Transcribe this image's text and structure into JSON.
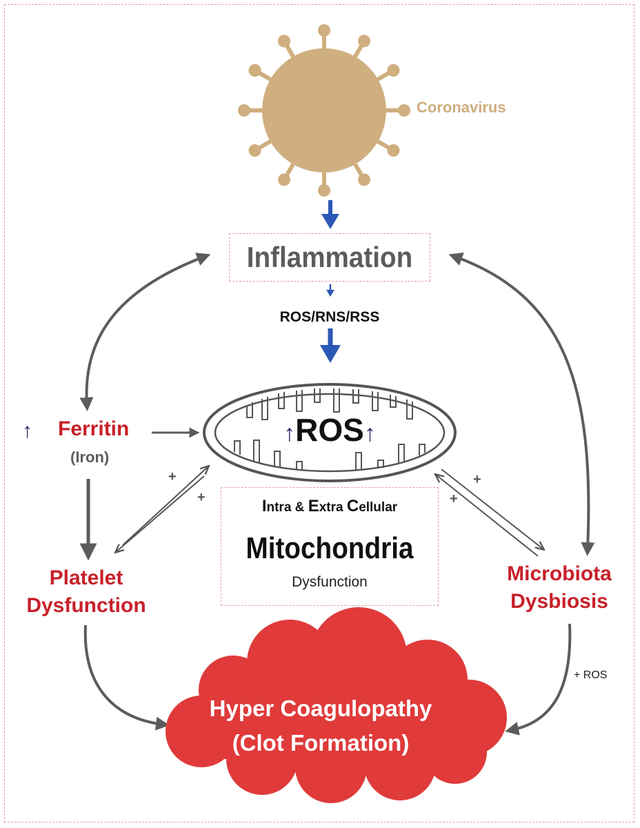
{
  "virus": {
    "label": "Coronavirus",
    "color": "#cfae7f"
  },
  "inflammation": {
    "label": "Inflammation"
  },
  "ros_rns": {
    "label": "ROS/RNS/RSS"
  },
  "mitochondrion": {
    "ros_label": "ROS",
    "up_arrow": "↑"
  },
  "ferritin": {
    "up_arrow": "↑",
    "label": "Ferritin",
    "sub": "(Iron)"
  },
  "mito_box": {
    "intra_I": "I",
    "intra_rest": "ntra & ",
    "extra_E": "E",
    "extra_rest": "xtra ",
    "cell_C": "C",
    "cell_rest": "ellular",
    "title": "Mitochondria",
    "sub": "Dysfunction"
  },
  "platelet": {
    "line1": "Platelet",
    "line2": "Dysfunction"
  },
  "microbiota": {
    "line1": "Microbiota",
    "line2": "Dysbiosis"
  },
  "plus_ros": "+ ROS",
  "plus": "+",
  "hyper": {
    "line1": "Hyper Coagulopathy",
    "line2": "(Clot Formation)",
    "color": "#e03a3a"
  },
  "colors": {
    "red_label": "#c8202a",
    "blue_arrow": "#2b58b5",
    "gray_arrow": "#5c5c5c",
    "frame": "#e59aa4"
  }
}
